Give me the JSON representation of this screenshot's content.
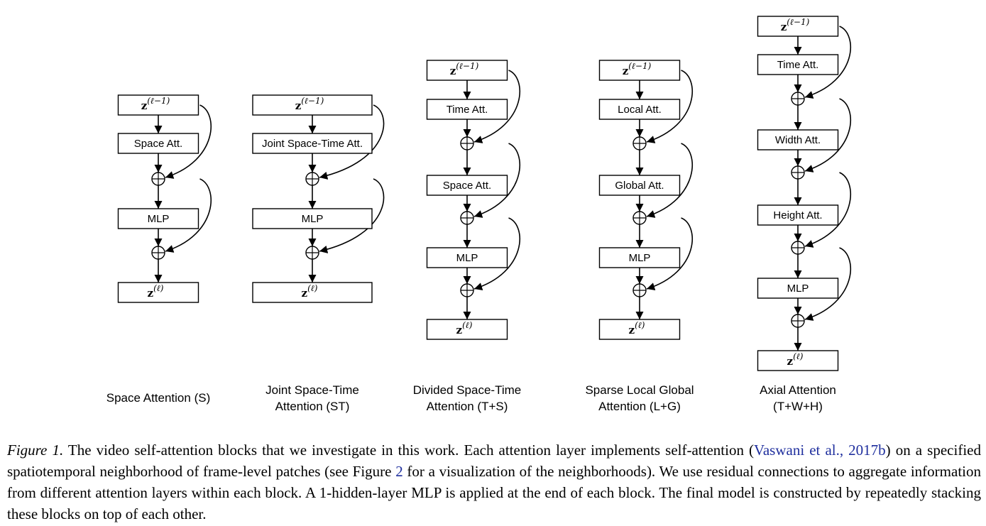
{
  "diagram": {
    "columns": [
      {
        "id": "space",
        "label_lines": [
          "Space Attention (S)"
        ],
        "nodes": [
          {
            "kind": "z",
            "base": "z",
            "sup": "(ℓ−1)"
          },
          {
            "kind": "box",
            "text": "Space Att."
          },
          {
            "kind": "plus"
          },
          {
            "kind": "box",
            "text": "MLP"
          },
          {
            "kind": "plus"
          },
          {
            "kind": "z",
            "base": "z",
            "sup": "(ℓ)"
          }
        ]
      },
      {
        "id": "joint",
        "label_lines": [
          "Joint Space-Time",
          "Attention (ST)"
        ],
        "nodes": [
          {
            "kind": "z",
            "base": "z",
            "sup": "(ℓ−1)"
          },
          {
            "kind": "box",
            "text": "Joint Space-Time Att."
          },
          {
            "kind": "plus"
          },
          {
            "kind": "box",
            "text": "MLP"
          },
          {
            "kind": "plus"
          },
          {
            "kind": "z",
            "base": "z",
            "sup": "(ℓ)"
          }
        ]
      },
      {
        "id": "divided",
        "label_lines": [
          "Divided Space-Time",
          "Attention (T+S)"
        ],
        "nodes": [
          {
            "kind": "z",
            "base": "z",
            "sup": "(ℓ−1)"
          },
          {
            "kind": "box",
            "text": "Time Att."
          },
          {
            "kind": "plus"
          },
          {
            "kind": "box",
            "text": "Space Att."
          },
          {
            "kind": "plus"
          },
          {
            "kind": "box",
            "text": "MLP"
          },
          {
            "kind": "plus"
          },
          {
            "kind": "z",
            "base": "z",
            "sup": "(ℓ)"
          }
        ]
      },
      {
        "id": "sparse",
        "label_lines": [
          "Sparse Local Global",
          "Attention (L+G)"
        ],
        "nodes": [
          {
            "kind": "z",
            "base": "z",
            "sup": "(ℓ−1)"
          },
          {
            "kind": "box",
            "text": "Local Att."
          },
          {
            "kind": "plus"
          },
          {
            "kind": "box",
            "text": "Global Att."
          },
          {
            "kind": "plus"
          },
          {
            "kind": "box",
            "text": "MLP"
          },
          {
            "kind": "plus"
          },
          {
            "kind": "z",
            "base": "z",
            "sup": "(ℓ)"
          }
        ]
      },
      {
        "id": "axial",
        "label_lines": [
          "Axial Attention",
          "(T+W+H)"
        ],
        "nodes": [
          {
            "kind": "z",
            "base": "z",
            "sup": "(ℓ−1)"
          },
          {
            "kind": "box",
            "text": "Time Att."
          },
          {
            "kind": "plus"
          },
          {
            "kind": "box",
            "text": "Width Att."
          },
          {
            "kind": "plus"
          },
          {
            "kind": "box",
            "text": "Height Att."
          },
          {
            "kind": "plus"
          },
          {
            "kind": "box",
            "text": "MLP"
          },
          {
            "kind": "plus"
          },
          {
            "kind": "z",
            "base": "z",
            "sup": "(ℓ)"
          }
        ]
      }
    ]
  },
  "caption": {
    "figure_label": "Figure 1.",
    "text_before_citation": "The video self-attention blocks that we investigate in this work. Each attention layer implements self-attention (",
    "citation": "Vaswani et al., 2017b",
    "text_before_ref": ") on a specified spatiotemporal neighborhood of frame-level patches (see Figure ",
    "figure_ref": "2",
    "text_after_ref": " for a visualization of the neighborhoods). We use residual connections to aggregate information from different attention layers within each block. A 1-hidden-layer MLP is applied at the end of each block. The final model is constructed by repeatedly stacking these blocks on top of each other."
  }
}
